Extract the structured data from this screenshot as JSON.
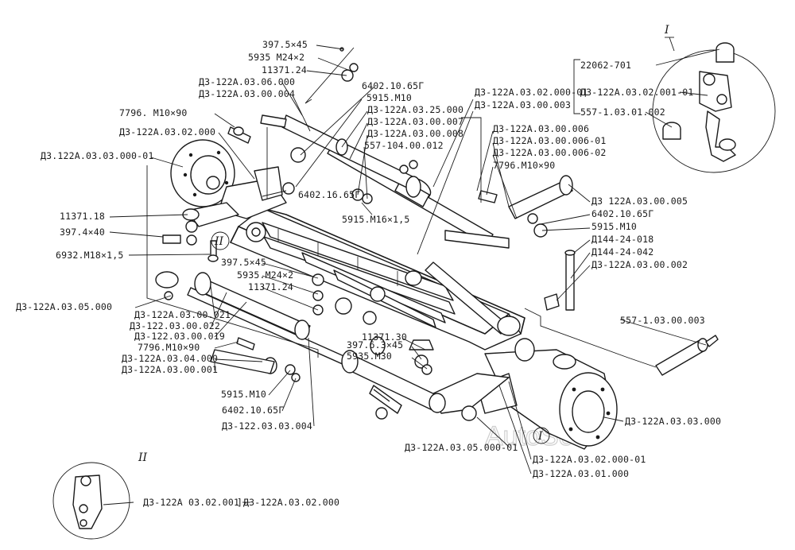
{
  "watermark": "AutoSoft",
  "detail_marks": {
    "detail_I_top": "I",
    "detail_II_bottom": "II",
    "mark_II_on_axle": "II",
    "mark_I_on_hub": "I"
  },
  "labels": {
    "l01": "397.5×45",
    "l02": "5935 M24×2",
    "l03": "11371.24",
    "l04": "Д3-122А.03.06.000",
    "l05": "Д3-122А.03.00.004",
    "l06": "7796. M10×90",
    "l07": "Д3-122А.03.02.000",
    "l08": "Д3.122А.03.03.000-01",
    "l09": "6402.10.65Г",
    "l10": "5915.M10",
    "l11": "Д3-122А.03.25.000",
    "l12": "Д3-122А.03.00.007",
    "l13": "Д3-122А.03.00.008",
    "l14": "557-104.00.012",
    "l15": "Д3-122А.03.02.000-01",
    "l16": "Д3-122А.03.00.003",
    "l17": "Д3-122А.03.00.006",
    "l18": "Д3-122А.03.00.006-01",
    "l19": "Д3-122А.03.00.006-02",
    "l20": "7796.M10×90",
    "l21": "22062-701",
    "l22": "Д3-122А.03.02.001-01",
    "l23": "557-1.03.01.002",
    "l24": "Д3 122А.03.00.005",
    "l25": "6402.10.65Г",
    "l26": "5915.M10",
    "l27": "Д144-24-018",
    "l28": "Д144-24-042",
    "l29": "Д3-122А.03.00.002",
    "l30": "11371.18",
    "l31": "397.4×40",
    "l32": "6932.M18×1,5",
    "l33": "6402.16.65Г",
    "l34": "5915.M16×1,5",
    "l35": "397.5×45",
    "l36": "5935.M24×2",
    "l37": "11371.24",
    "l38": "Д3-122А.03.05.000",
    "l39": "Д3-122А.03.00.021",
    "l40": "Д3-122.03.00.022",
    "l41": "Д3-122.03.00.019",
    "l42": "7796.M10×90",
    "l43": "Д3-122А.03.04.000",
    "l44": "Д3-122А.03.00.001",
    "l45": "11371.30",
    "l46": "397.6.3×45",
    "l47": "5935.M30",
    "l48": "557-1.03.00.003",
    "l49": "5915.M10",
    "l50": "6402.10.65Г",
    "l51": "Д3-122.03.03.004",
    "l52": "Д3-122А.03.03.000",
    "l53": "Д3-122А.03.05.000-01",
    "l54": "Д3-122А.03.02.000-01",
    "l55": "Д3-122А.03.01.000",
    "l56": "Д3-122А 03.02.001",
    "l57": "Д3-122А.03.02.000"
  }
}
